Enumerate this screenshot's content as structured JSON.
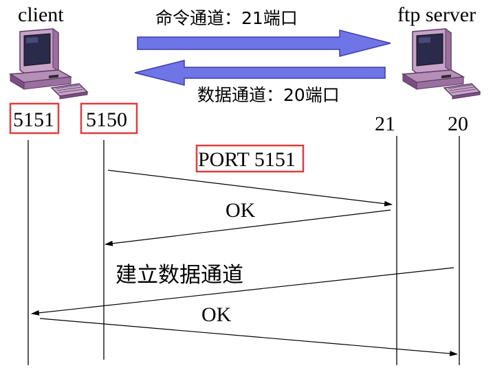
{
  "client": {
    "label": "client",
    "ports": [
      "5151",
      "5150"
    ],
    "icon": "desktop-computer-icon"
  },
  "server": {
    "label": "ftp server",
    "ports": [
      "21",
      "20"
    ],
    "icon": "desktop-computer-icon"
  },
  "channels": {
    "command": "命令通道：21端口",
    "data": "数据通道：20端口"
  },
  "messages": {
    "port": "PORT 5151",
    "ok1": "OK",
    "establish": "建立数据通道",
    "ok2": "OK"
  },
  "colors": {
    "channel_arrow_fill": "#6f75e6",
    "channel_arrow_stroke": "#3a3fa8",
    "highlight_box": "#e03c3c",
    "computer_body": "#c7a3c9",
    "computer_shadow": "#7a4f80",
    "screen": "#2a2a4a"
  }
}
